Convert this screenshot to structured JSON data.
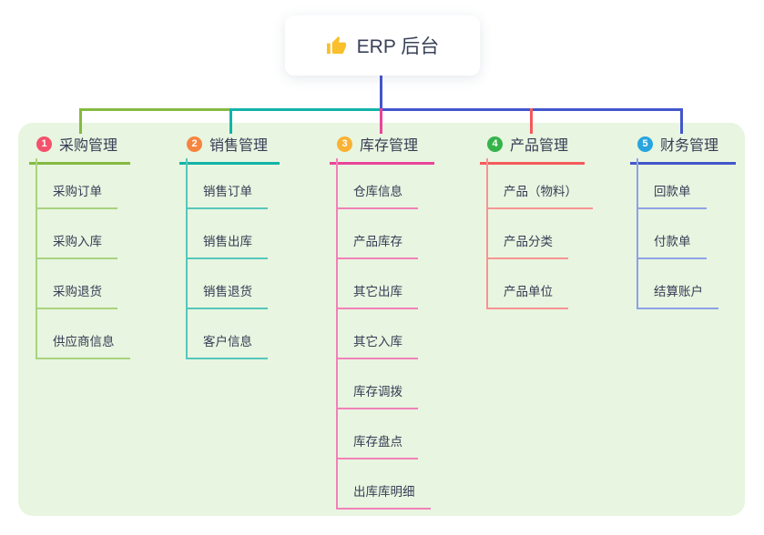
{
  "root": {
    "label": "ERP 后台",
    "icon": "thumbs-up-icon"
  },
  "branches": [
    {
      "index": "1",
      "title": "采购管理",
      "badge_color": "#f4516c",
      "line_color": "#84ba41",
      "child_line_color": "#a9d37f",
      "children": [
        "采购订单",
        "采购入库",
        "采购退货",
        "供应商信息"
      ]
    },
    {
      "index": "2",
      "title": "销售管理",
      "badge_color": "#f6853f",
      "line_color": "#12b3a8",
      "child_line_color": "#56c7bc",
      "children": [
        "销售订单",
        "销售出库",
        "销售退货",
        "客户信息"
      ]
    },
    {
      "index": "3",
      "title": "库存管理",
      "badge_color": "#f9b233",
      "line_color": "#e8459a",
      "child_line_color": "#f181b9",
      "children": [
        "仓库信息",
        "产品库存",
        "其它出库",
        "其它入库",
        "库存调拨",
        "库存盘点",
        "出库库明细"
      ]
    },
    {
      "index": "4",
      "title": "产品管理",
      "badge_color": "#35b34a",
      "line_color": "#f4595c",
      "child_line_color": "#f79493",
      "children": [
        "产品（物料）",
        "产品分类",
        "产品单位"
      ]
    },
    {
      "index": "5",
      "title": "财务管理",
      "badge_color": "#27a5df",
      "line_color": "#4356cb",
      "child_line_color": "#8da3e6",
      "children": [
        "回款单",
        "付款单",
        "结算账户"
      ]
    }
  ],
  "canvas": {
    "background": "#ffffff",
    "panel_color": "#e8f5e0",
    "root_edge_color": "#4356cb",
    "text_color": "#363c55",
    "icon_color": "#f9bf2c"
  }
}
